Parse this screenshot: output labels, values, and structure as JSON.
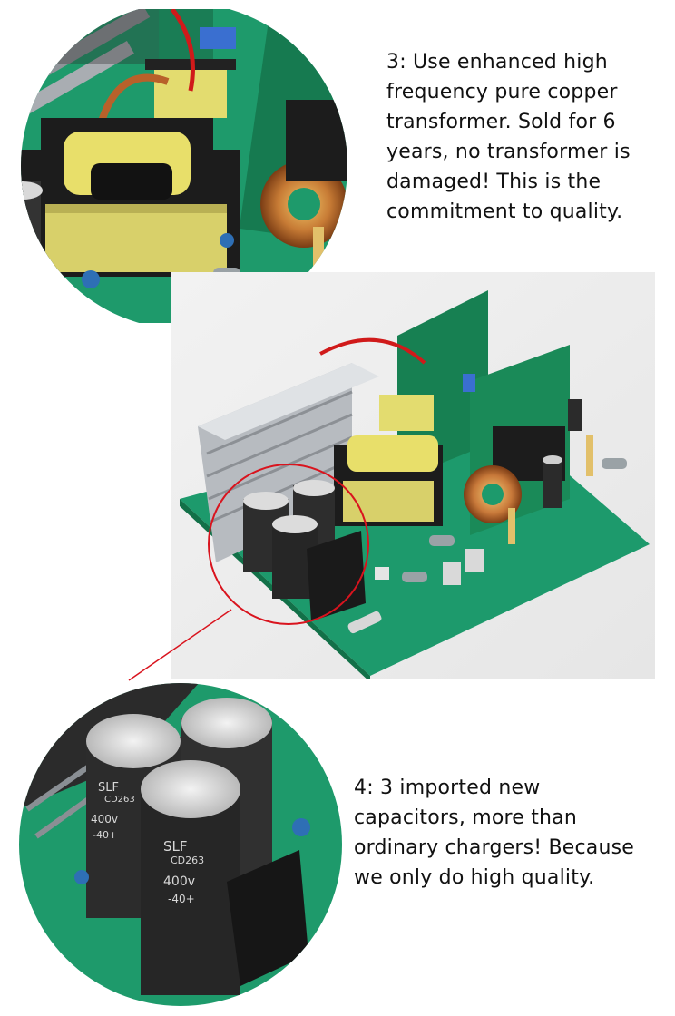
{
  "feature_3": {
    "lines": [
      "3: Use enhanced high",
      "frequency pure copper",
      "transformer. Sold for 6",
      "years, no transformer is",
      "damaged! This is the",
      "commitment to quality."
    ]
  },
  "feature_4": {
    "lines": [
      "4: 3 imported new",
      "capacitors, more than",
      "ordinary chargers! Because",
      "we only do high quality."
    ]
  },
  "capacitor_labels": {
    "brand": "SLF",
    "series": "CD263",
    "voltage": "400v",
    "temp": "-40+"
  },
  "colors": {
    "pcb_green": "#1d9a6c",
    "highlight_red": "#d9141e",
    "copper": "#b8612a",
    "transformer_yellow": "#e6e07a"
  }
}
